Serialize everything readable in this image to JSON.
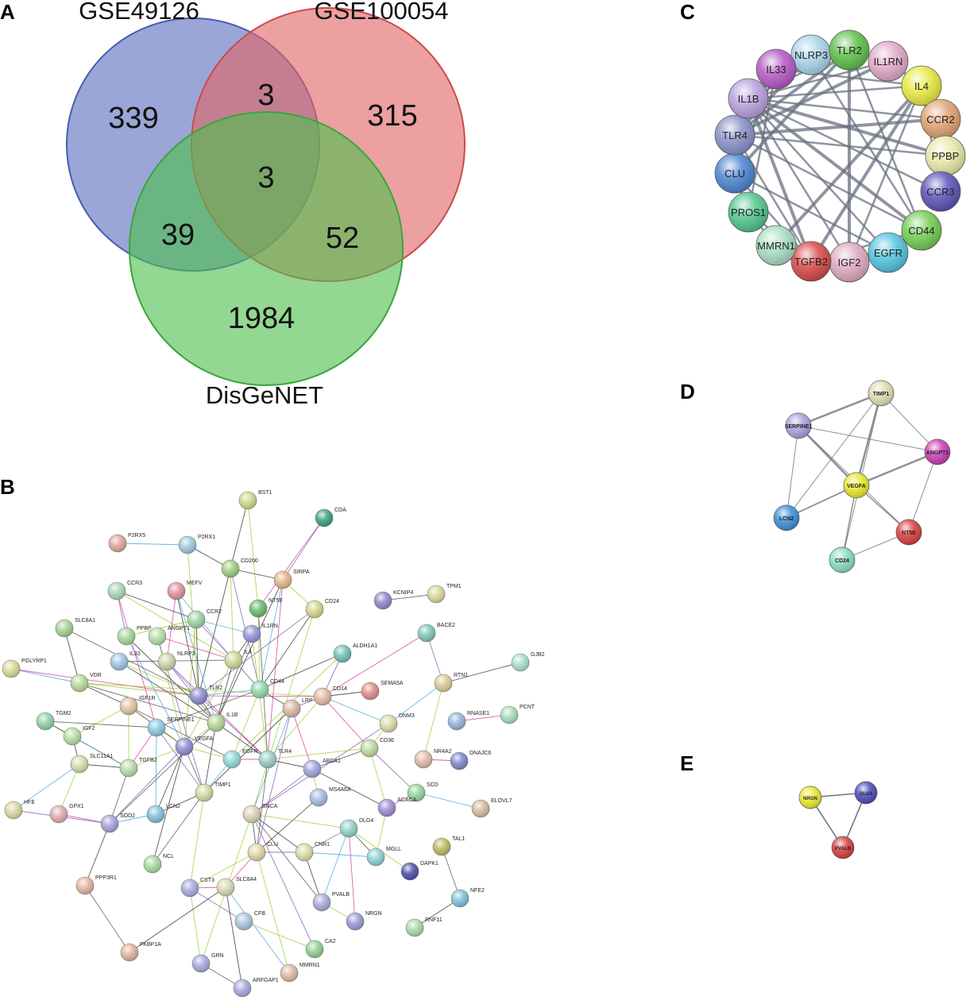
{
  "panels": {
    "a": "A",
    "b": "B",
    "c": "C",
    "d": "D",
    "e": "E"
  },
  "venn": {
    "sets": [
      {
        "name": "GSE49126",
        "color": "#5a6fbf"
      },
      {
        "name": "GSE100054",
        "color": "#e06666"
      },
      {
        "name": "DisGeNET",
        "color": "#5ec45e"
      }
    ],
    "counts": {
      "only_a": "339",
      "only_b": "315",
      "only_c": "1984",
      "ab": "3",
      "ac": "39",
      "bc": "52",
      "abc": "3"
    }
  },
  "network_b": {
    "nodes": [
      "BST1",
      "CDA",
      "P2RX5",
      "P2RX1",
      "CD200",
      "SIRPA",
      "KCNIP4",
      "TPM1",
      "CCR3",
      "MEFV",
      "NT5E",
      "CD24",
      "SLC8A1",
      "PPBP",
      "ANGPT1",
      "CCR2",
      "IL1RN",
      "BACE2",
      "IL33",
      "NLRP3",
      "IL4",
      "ALDH1A1",
      "GJB2",
      "PGLYRP1",
      "VDR",
      "TLR2",
      "CD44",
      "CD14",
      "SEMA5A",
      "RTN1",
      "IGF1R",
      "LRP",
      "TGM2",
      "SERPINE1",
      "IL1B",
      "DNM3",
      "RNASE1",
      "PCNT",
      "IGF2",
      "VEGFA",
      "EGFR",
      "TLR4",
      "CD36",
      "NR4A2",
      "DNAJC6",
      "SLC11A1",
      "TGFB2",
      "ABCA1",
      "SCD",
      "TIMP1",
      "MS4A6A",
      "ACACA",
      "ELOVL7",
      "HFE",
      "GPX1",
      "SOD2",
      "LCN2",
      "SNCA",
      "DLG4",
      "TAL1",
      "CLU",
      "CNR1",
      "MGLL",
      "DAPK1",
      "NCL",
      "PPP3R1",
      "CST3",
      "SLC8A4",
      "PVALB",
      "NFE2",
      "NRGN",
      "RNF11",
      "CFB",
      "CA2",
      "FKBP1A",
      "GRN",
      "ARFGAP1",
      "MMRN1"
    ]
  },
  "network_c": {
    "nodes": [
      "NLRP3",
      "TLR2",
      "IL1RN",
      "IL4",
      "CCR2",
      "PPBP",
      "CCR3",
      "CD44",
      "EGFR",
      "IGF2",
      "TGFB2",
      "MMRN1",
      "PROS1",
      "CLU",
      "TLR4",
      "IL1B",
      "IL33"
    ]
  },
  "network_d": {
    "nodes": [
      "TIMP1",
      "SERPINE1",
      "ANGPT1",
      "VEGFA",
      "LCN2",
      "NT5E",
      "CD24"
    ]
  },
  "network_e": {
    "nodes": [
      "NRGN",
      "DLG4",
      "PVALB"
    ]
  }
}
